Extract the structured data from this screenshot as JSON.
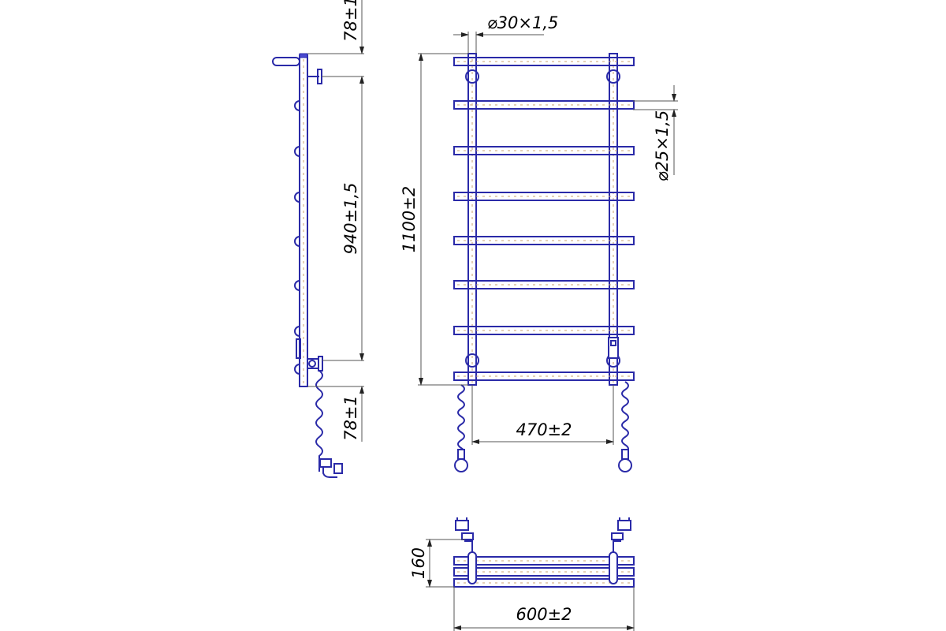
{
  "dimensions": {
    "side_top_offset": "78±1",
    "side_mount_span": "940±1,5",
    "side_bottom_offset": "78±1",
    "front_height": "1100±2",
    "front_vertical_pipe": "⌀30×1,5",
    "front_rail_pipe": "⌀25×1,5",
    "front_mount_span": "470±2",
    "top_depth": "160",
    "top_width": "600±2"
  }
}
